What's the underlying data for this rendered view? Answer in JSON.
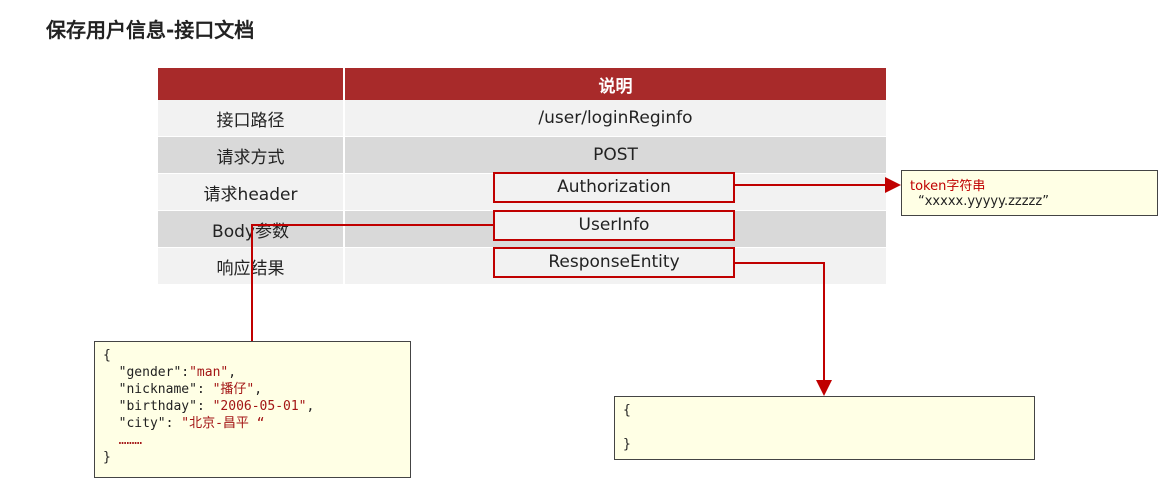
{
  "page": {
    "title": "保存用户信息-接口文档"
  },
  "table": {
    "header": {
      "col1": "",
      "col2": "说明"
    },
    "rows": [
      {
        "label": "接口路径",
        "value": "/user/loginReginfo"
      },
      {
        "label": "请求方式",
        "value": "POST"
      },
      {
        "label": "请求header",
        "value": "Authorization"
      },
      {
        "label": "Body参数",
        "value": "UserInfo"
      },
      {
        "label": "响应结果",
        "value": "ResponseEntity"
      }
    ]
  },
  "token_note": {
    "line1": "token字符串",
    "line2": "“xxxxx.yyyyy.zzzzz”"
  },
  "body_example": {
    "open": "{",
    "lines": [
      {
        "key": "\"gender\"",
        "sep": ":",
        "val": "\"man\"",
        "tail": ","
      },
      {
        "key": "\"nickname\"",
        "sep": ": ",
        "val": "\"播仔\"",
        "tail": ","
      },
      {
        "key": "\"birthday\"",
        "sep": ": ",
        "val": "\"2006-05-01\"",
        "tail": ","
      },
      {
        "key": "\"city\"",
        "sep": ": ",
        "val": "\"北京-昌平 “",
        "tail": ""
      }
    ],
    "ellipsis": "………",
    "close": "}"
  },
  "response_example": {
    "open": "{",
    "close": "}"
  },
  "colors": {
    "accent": "#a82a2a",
    "connector": "#c00000",
    "note_bg": "#ffffe5"
  }
}
